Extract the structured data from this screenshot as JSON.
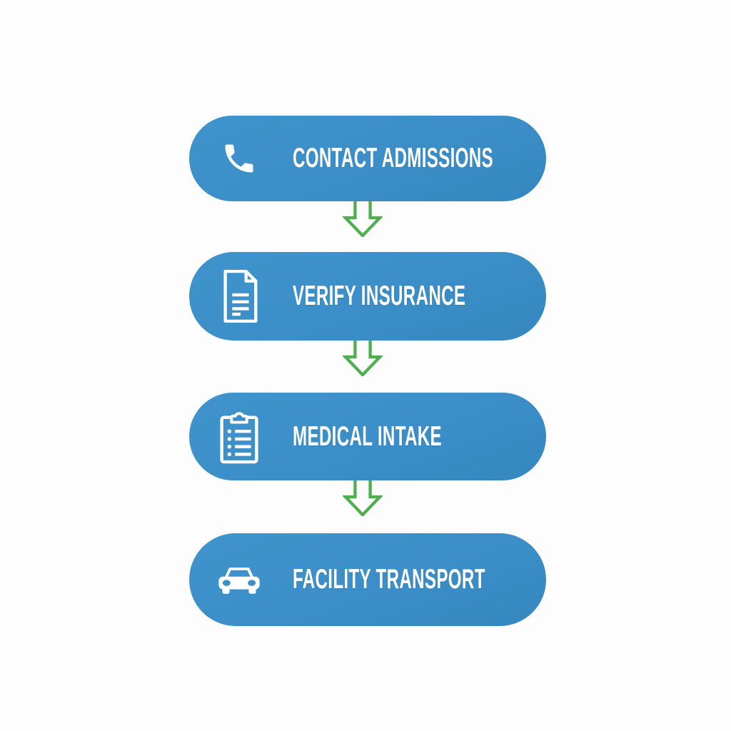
{
  "flow": {
    "type": "vertical-process-flowchart",
    "steps": [
      {
        "label": "CONTACT ADMISSIONS",
        "icon": "phone-icon"
      },
      {
        "label": "VERIFY INSURANCE",
        "icon": "document-icon"
      },
      {
        "label": "MEDICAL INTAKE",
        "icon": "clipboard-icon"
      },
      {
        "label": "FACILITY TRANSPORT",
        "icon": "car-icon"
      }
    ],
    "connector_icon": "down-arrow-icon",
    "connector_count": 3,
    "colors": {
      "step_blue": "#3B8EC7",
      "step_blue_light": "#4094CC",
      "step_blue_dark": "#3587BF",
      "arrow_green": "#4FAF4F",
      "icon_text_white": "#FFFFFF",
      "background": "#FDFDFE"
    }
  }
}
